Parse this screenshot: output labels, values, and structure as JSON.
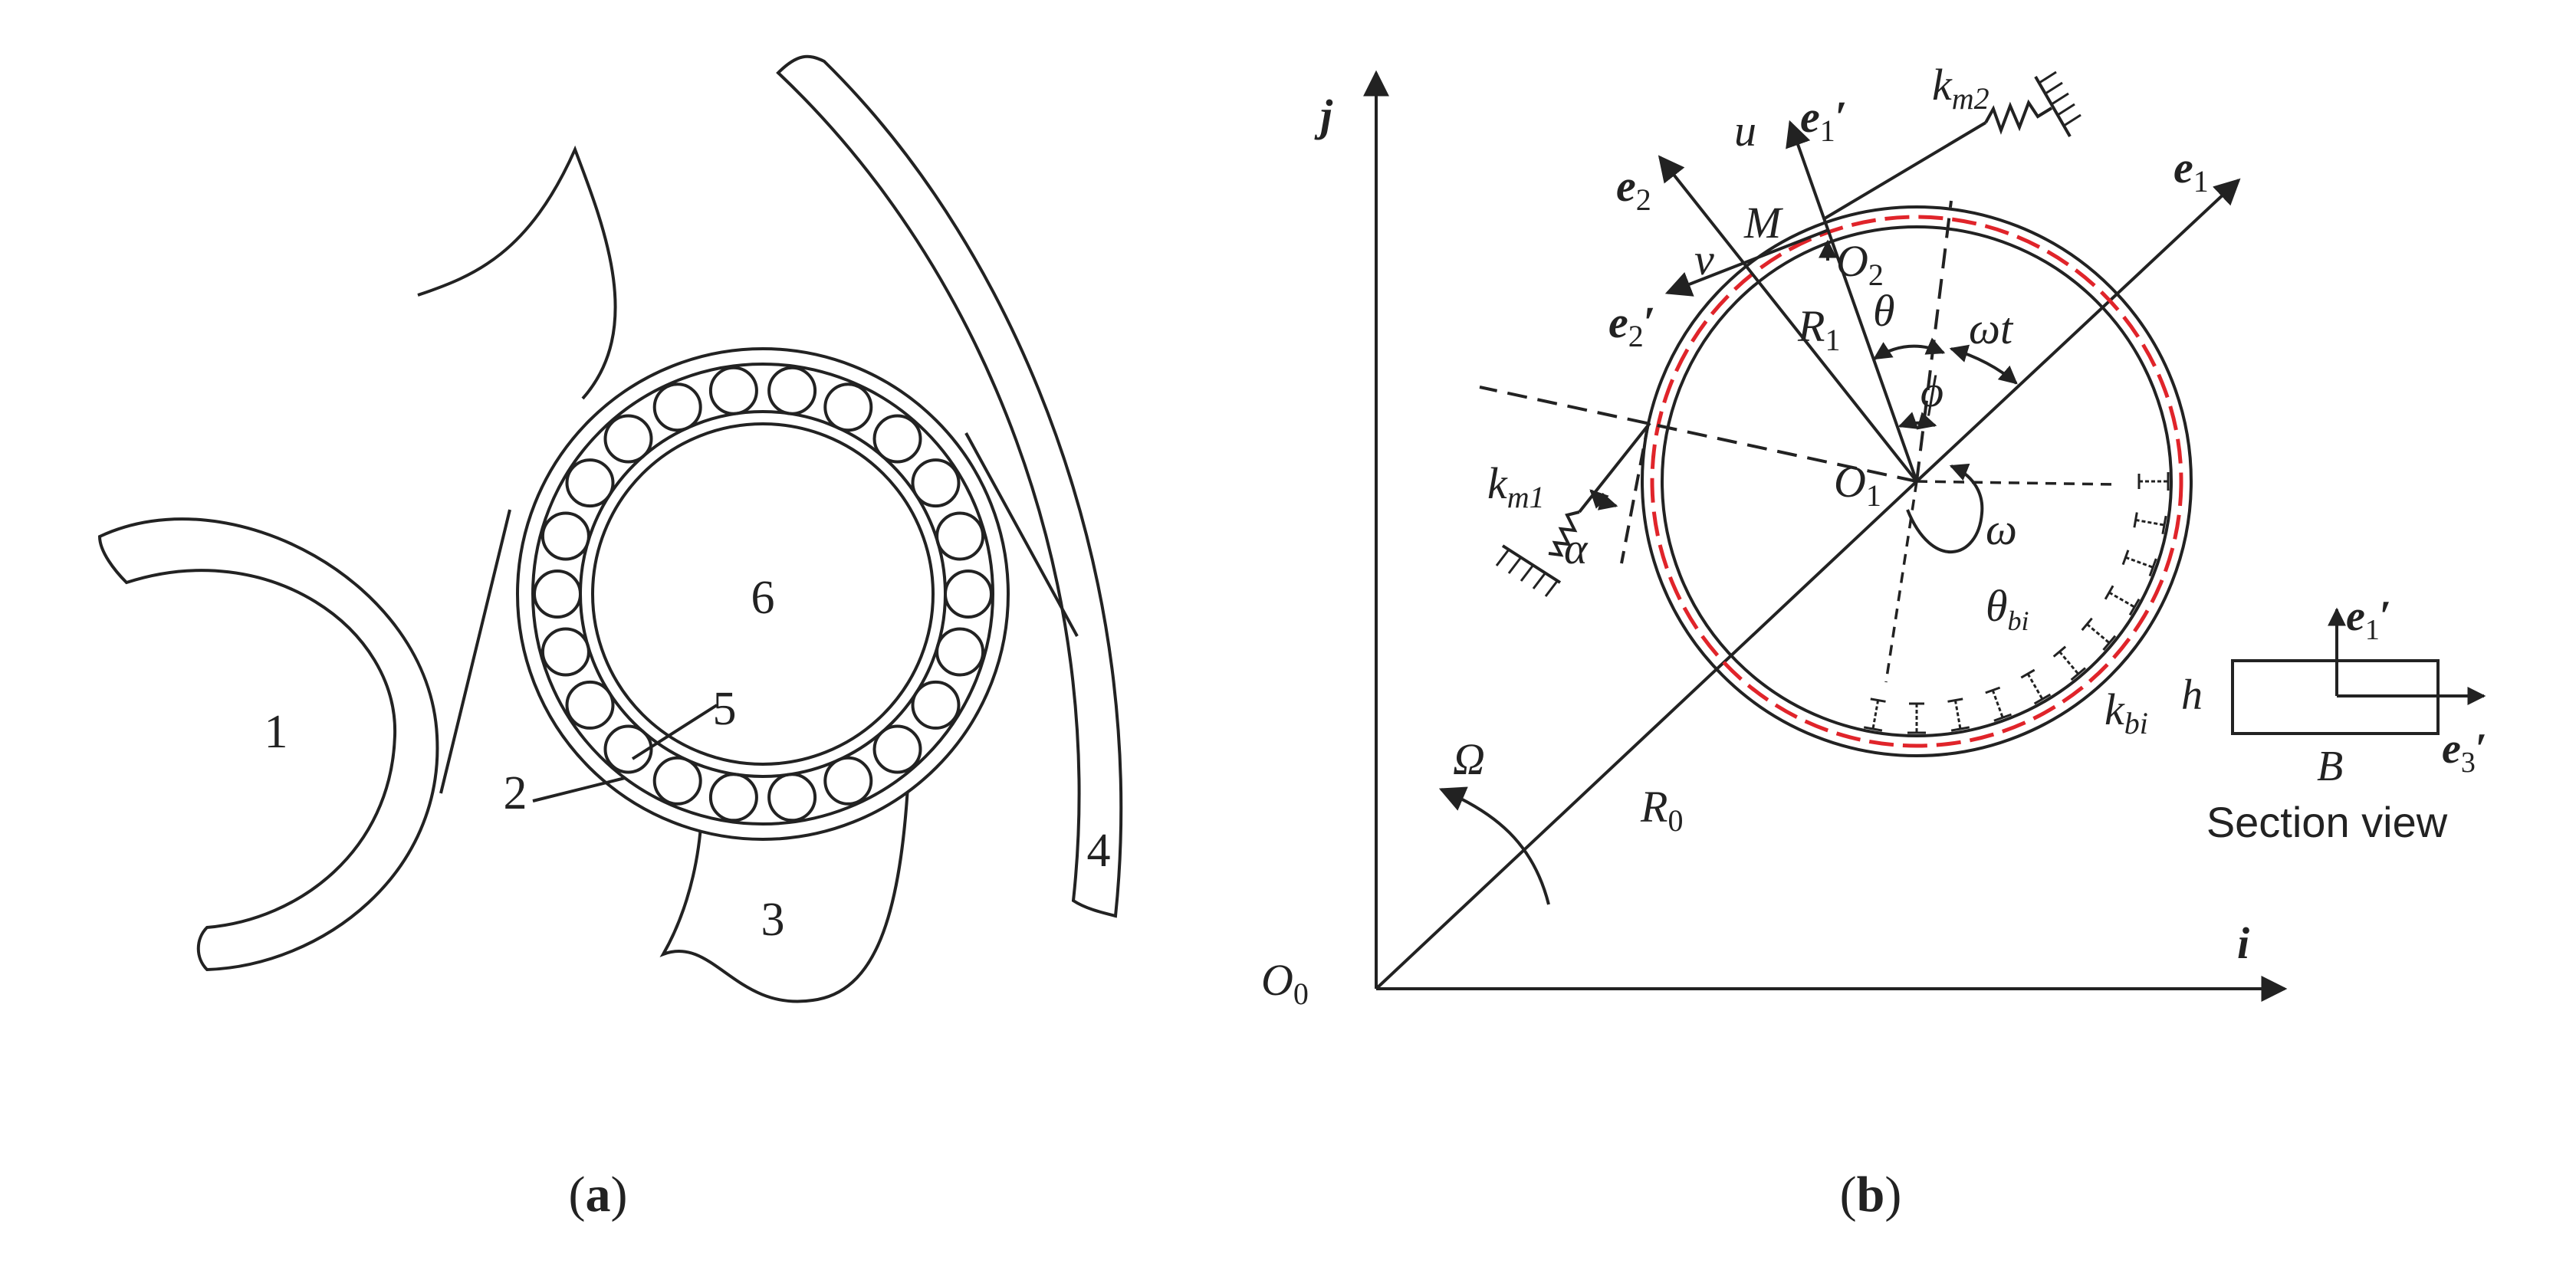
{
  "colors": {
    "stroke": "#222222",
    "belt": "#e0242a"
  },
  "panel_a": {
    "caption_open": "(",
    "caption_letter": "a",
    "caption_close": ")",
    "labels": [
      "1",
      "2",
      "3",
      "4",
      "5",
      "6"
    ]
  },
  "panel_b": {
    "caption_open": "(",
    "caption_letter": "b",
    "caption_close": ")",
    "axis_i": "i",
    "axis_j": "j",
    "origin": "O",
    "origin_sub": "0",
    "R0": "R",
    "R0_sub": "0",
    "R1": "R",
    "R1_sub": "1",
    "O1": "O",
    "O1_sub": "1",
    "O2": "O",
    "O2_sub": "2",
    "M": "M",
    "u": "u",
    "v": "v",
    "theta": "θ",
    "phi": "ϕ",
    "omega_t": "ωt",
    "omega": "ω",
    "Omega": "Ω",
    "alpha": "α",
    "e1": "e",
    "e1_sub": "1",
    "e1p": "e",
    "e1p_sub": "1",
    "e2": "e",
    "e2_sub": "2",
    "e2p": "e",
    "e2p_sub": "2",
    "prime": "′",
    "km1": "k",
    "km1_sub": "m1",
    "km2": "k",
    "km2_sub": "m2",
    "theta_bi": "θ",
    "theta_bi_sub": "bi",
    "k_bi": "k",
    "k_bi_sub": "bi"
  },
  "section_view": {
    "title": "Section view",
    "h": "h",
    "B": "B",
    "e1p": "e",
    "e1p_sub": "1",
    "e3p": "e",
    "e3p_sub": "3",
    "prime": "′"
  }
}
